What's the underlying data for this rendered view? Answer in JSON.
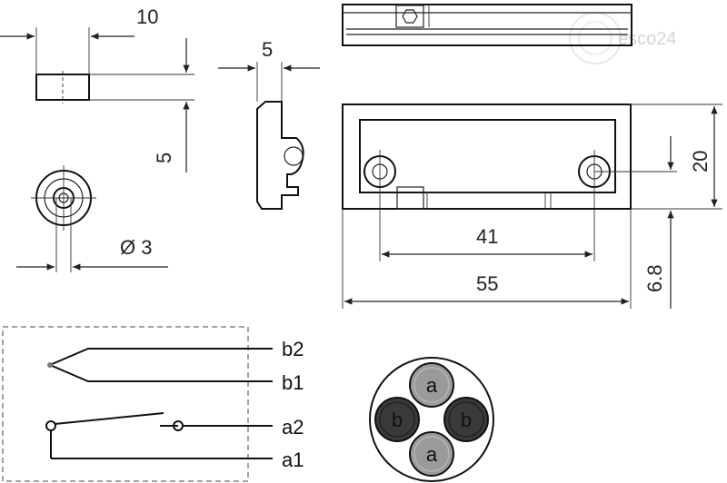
{
  "watermark": {
    "text": "esco24"
  },
  "dimensions": {
    "magnet_width": "10",
    "magnet_height": "5",
    "side_width": "5",
    "hole_diameter": "Ø 3",
    "housing_height": "20",
    "hole_spacing": "41",
    "housing_length": "55",
    "mount_offset": "6.8"
  },
  "circuit": {
    "terminals": [
      "b2",
      "b1",
      "a2",
      "a1"
    ]
  },
  "connector": {
    "pins": [
      {
        "label": "a",
        "color": "#9a9a9a"
      },
      {
        "label": "b",
        "color": "#3a3a3a"
      },
      {
        "label": "b",
        "color": "#3a3a3a"
      },
      {
        "label": "a",
        "color": "#9a9a9a"
      }
    ]
  }
}
